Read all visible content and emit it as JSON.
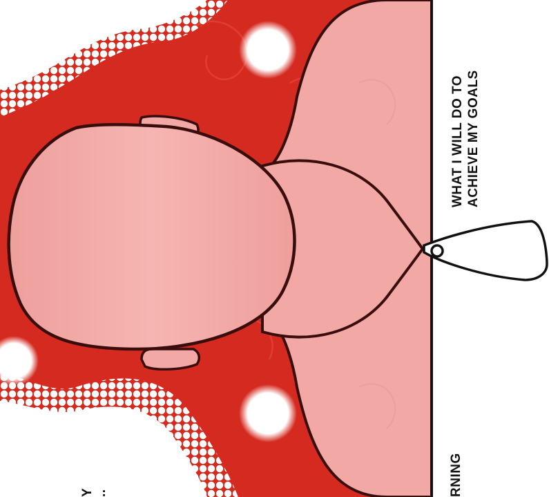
{
  "worksheet": {
    "goal_heading_line1": "WHAT I WILL DO TO",
    "goal_heading_line2": "ACHIEVE MY GOALS",
    "bottom_label_fragment": "RNING",
    "left_label_fragment_1": "Y",
    "left_label_fragment_2": ".."
  },
  "colors": {
    "background_red": "#d42a1f",
    "swirl_red": "#e8503f",
    "figure_pink": "#f2a9a6",
    "outline": "#3a0d0d",
    "spot_white": "#ffffff"
  },
  "icons": {
    "tag": "luggage-tag-icon"
  }
}
